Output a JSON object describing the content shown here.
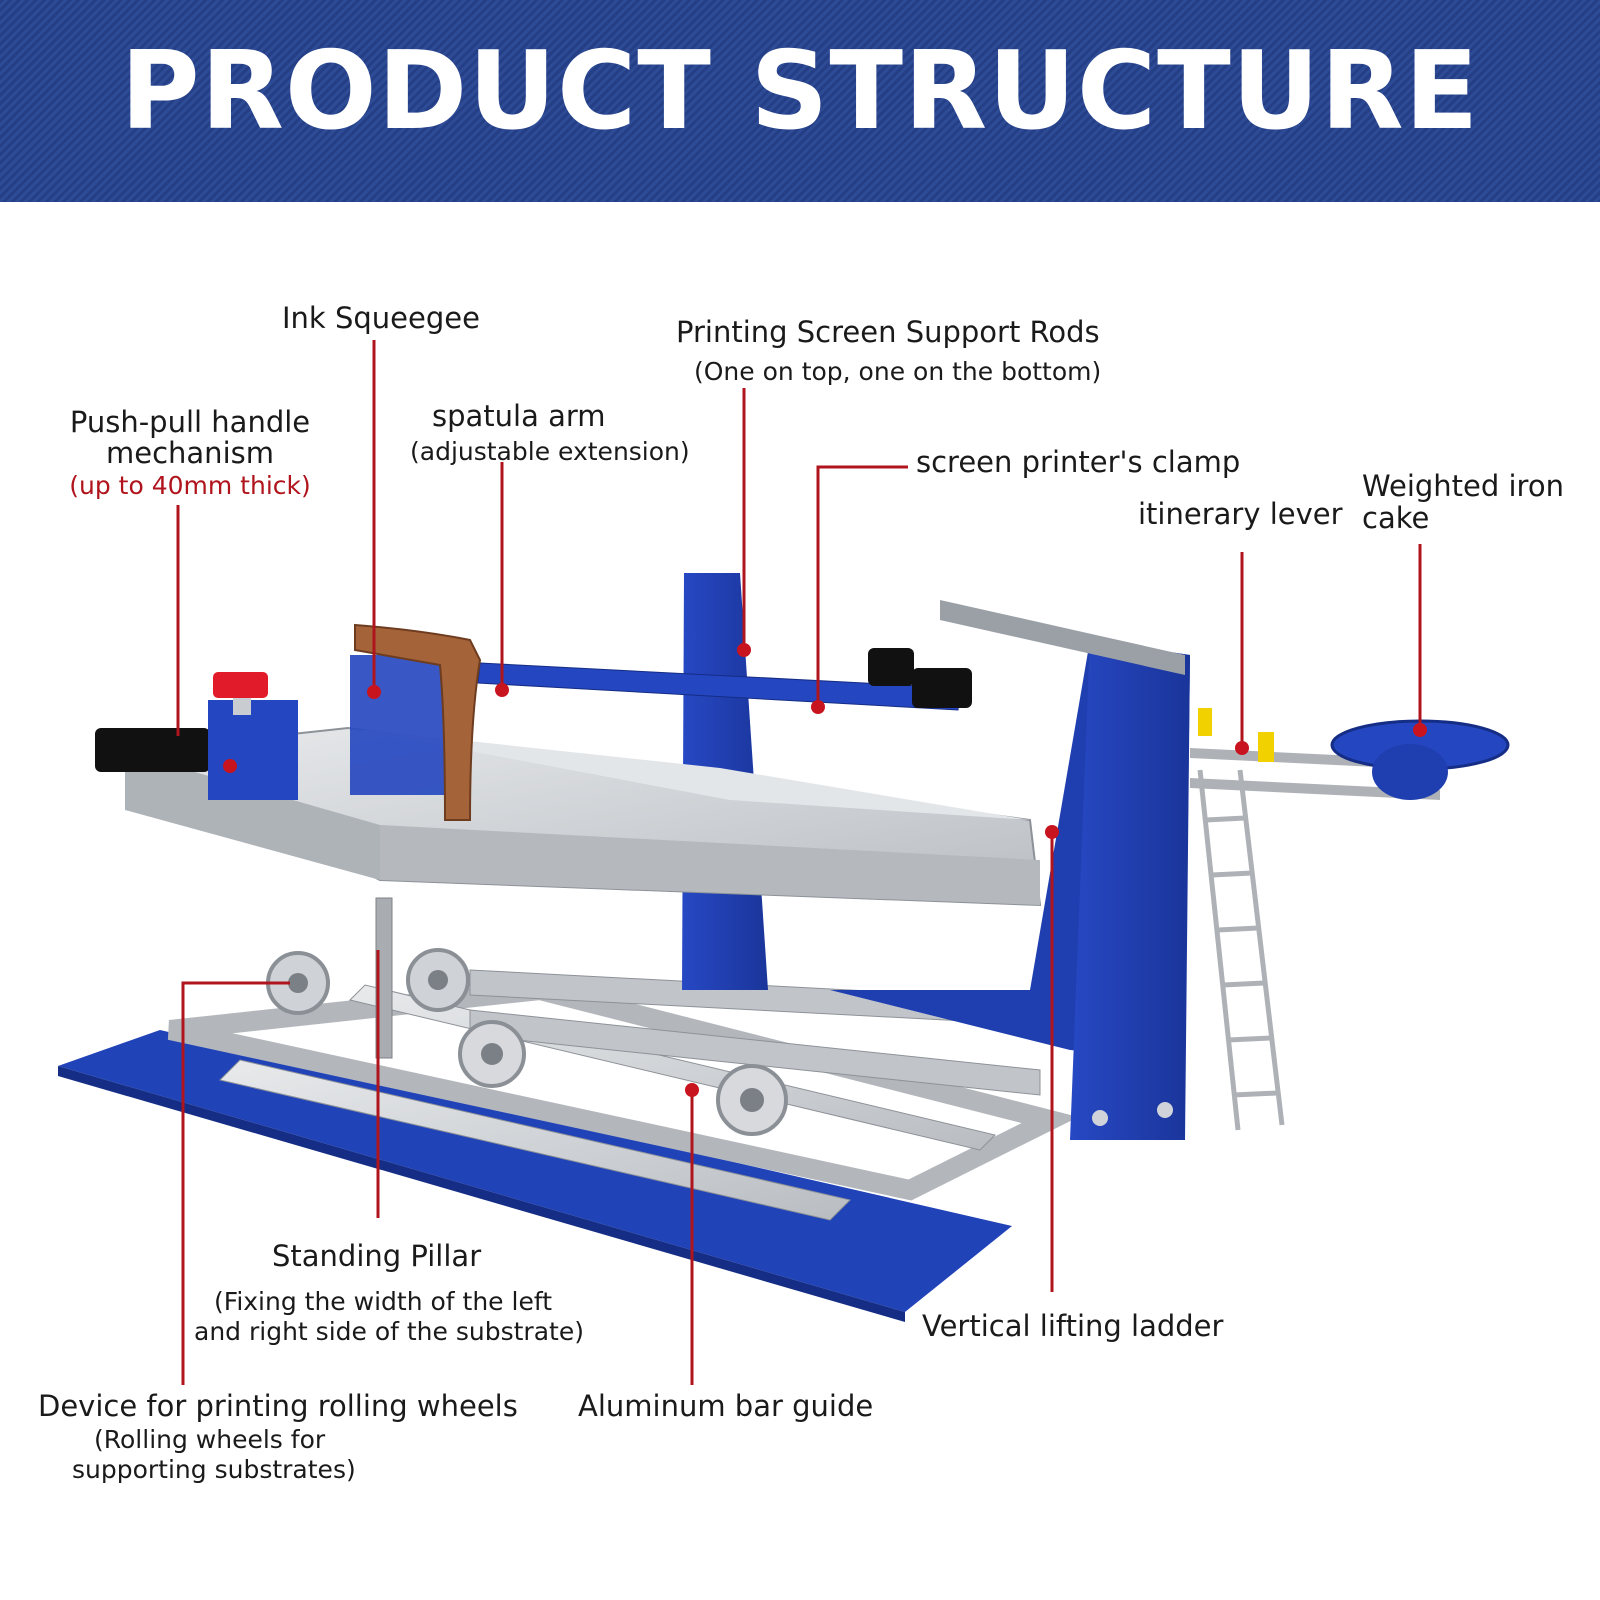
{
  "header": {
    "title": "PRODUCT STRUCTURE"
  },
  "colors": {
    "banner": "#2a4690",
    "machine_blue": "#1f3fb0",
    "leader_red": "#b0141c",
    "aluminum": "#c9ccd0",
    "handle_wood": "#a5633a"
  },
  "labels": {
    "ink_squeegee": "Ink Squeegee",
    "support_rods": "Printing Screen Support Rods",
    "support_rods_note": "(One on top, one on the bottom)",
    "push_pull_line1": "Push-pull handle",
    "push_pull_line2": "mechanism",
    "push_pull_note": "(up to 40mm thick)",
    "spatula_arm": "spatula arm",
    "spatula_arm_note": "(adjustable extension)",
    "clamp": "screen printer's clamp",
    "itinerary_lever": "itinerary lever",
    "weighted_line1": "Weighted iron",
    "weighted_line2": "cake",
    "standing_pillar": "Standing Pillar",
    "standing_pillar_note1": "(Fixing the width of the left",
    "standing_pillar_note2": "and right side of the substrate)",
    "vertical_ladder": "Vertical lifting ladder",
    "rolling_wheels": "Device for printing rolling wheels",
    "rolling_wheels_note1": "(Rolling wheels for",
    "rolling_wheels_note2": "supporting substrates)",
    "aluminum_guide": "Aluminum bar guide"
  }
}
